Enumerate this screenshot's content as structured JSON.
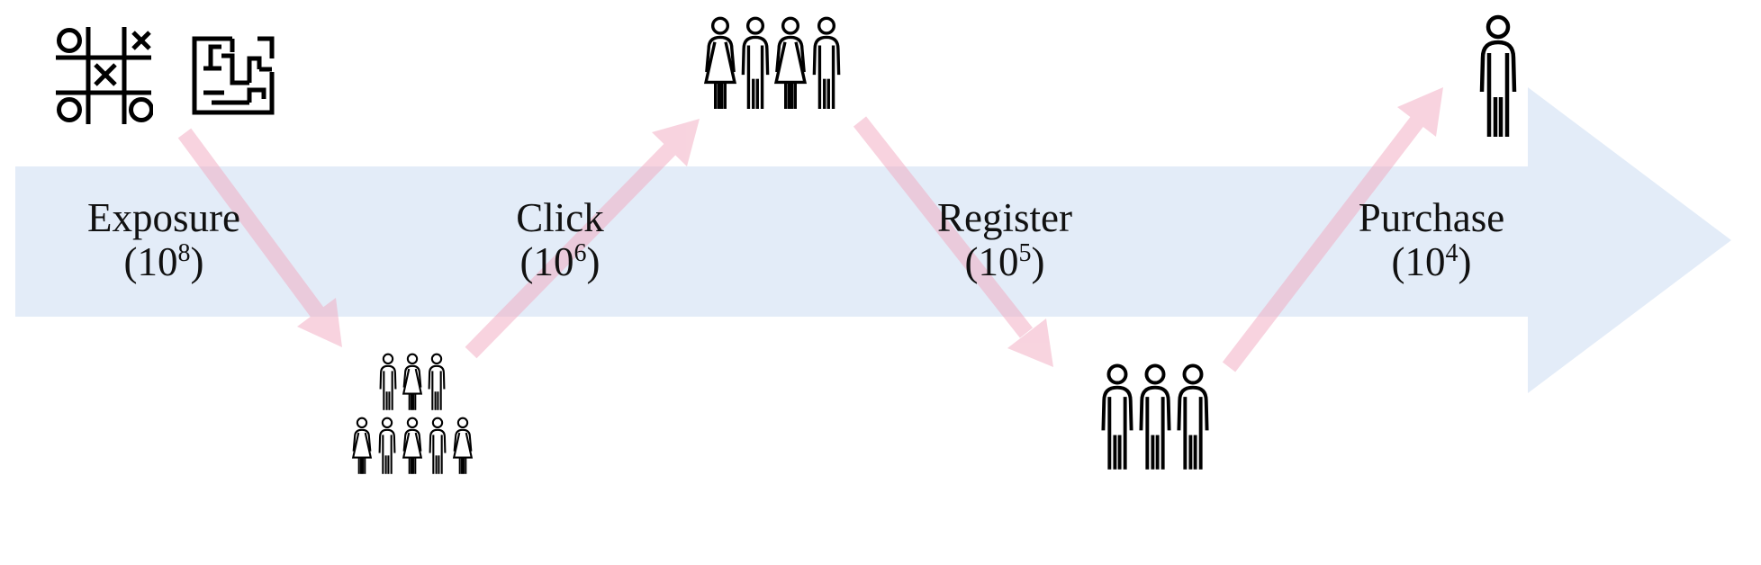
{
  "diagram": {
    "type": "conversion-funnel-flow",
    "stages": [
      {
        "name": "Exposure",
        "prefix": "(10",
        "exp": "8",
        "suffix": ")",
        "magnitude": "10^8"
      },
      {
        "name": "Click",
        "prefix": "(10",
        "exp": "6",
        "suffix": ")",
        "magnitude": "10^6"
      },
      {
        "name": "Register",
        "prefix": "(10",
        "exp": "5",
        "suffix": ")",
        "magnitude": "10^5"
      },
      {
        "name": "Purchase",
        "prefix": "(10",
        "exp": "4",
        "suffix": ")",
        "magnitude": "10^4"
      }
    ],
    "icons": [
      "tic-tac-toe-icon",
      "maze-icon",
      "crowd-8-people-icon",
      "group-4-people-icon",
      "group-3-men-icon",
      "single-person-icon"
    ],
    "colors": {
      "band_blue": "#e3ecf8",
      "arrow_pink": "#f2a9c0",
      "line_art": "#000000",
      "text": "#111111",
      "background": "#ffffff"
    }
  }
}
